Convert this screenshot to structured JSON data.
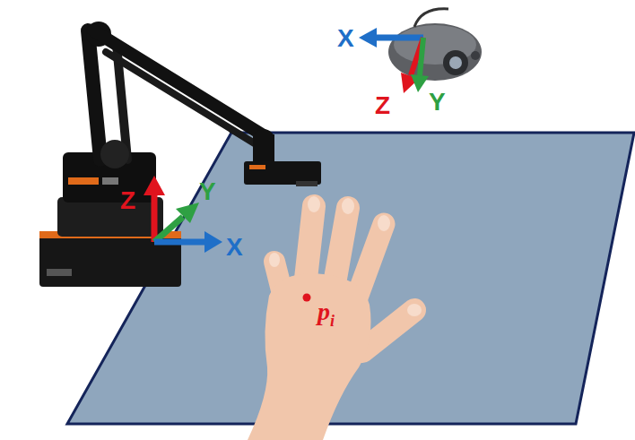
{
  "diagram": {
    "labels": [
      "Z",
      "Y",
      "X",
      "X",
      "Z",
      "Y",
      "p",
      "i"
    ]
  }
}
